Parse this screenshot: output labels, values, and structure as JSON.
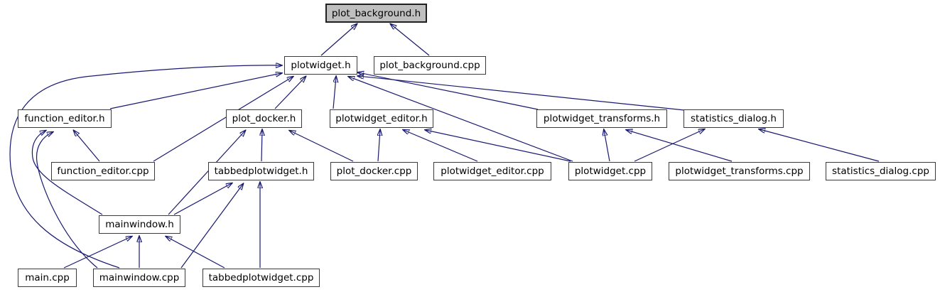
{
  "diagram": {
    "kind": "doxygen-include-dependency-graph",
    "root_file": "plot_background.h",
    "colors": {
      "edge": "#191970",
      "node_border": "#3a3a3a",
      "node_fill": "#ffffff",
      "root_fill": "#bfbfbf",
      "text": "#000000",
      "background": "#ffffff"
    },
    "nodes": [
      {
        "id": "plot_background_h",
        "label": "plot_background.h",
        "highlighted": true
      },
      {
        "id": "plotwidget_h",
        "label": "plotwidget.h",
        "highlighted": false
      },
      {
        "id": "plot_background_cpp",
        "label": "plot_background.cpp",
        "highlighted": false
      },
      {
        "id": "function_editor_h",
        "label": "function_editor.h",
        "highlighted": false
      },
      {
        "id": "plot_docker_h",
        "label": "plot_docker.h",
        "highlighted": false
      },
      {
        "id": "plotwidget_editor_h",
        "label": "plotwidget_editor.h",
        "highlighted": false
      },
      {
        "id": "plotwidget_transforms_h",
        "label": "plotwidget_transforms.h",
        "highlighted": false
      },
      {
        "id": "statistics_dialog_h",
        "label": "statistics_dialog.h",
        "highlighted": false
      },
      {
        "id": "function_editor_cpp",
        "label": "function_editor.cpp",
        "highlighted": false
      },
      {
        "id": "tabbedplotwidget_h",
        "label": "tabbedplotwidget.h",
        "highlighted": false
      },
      {
        "id": "plot_docker_cpp",
        "label": "plot_docker.cpp",
        "highlighted": false
      },
      {
        "id": "plotwidget_editor_cpp",
        "label": "plotwidget_editor.cpp",
        "highlighted": false
      },
      {
        "id": "plotwidget_cpp",
        "label": "plotwidget.cpp",
        "highlighted": false
      },
      {
        "id": "plotwidget_transforms_cpp",
        "label": "plotwidget_transforms.cpp",
        "highlighted": false
      },
      {
        "id": "statistics_dialog_cpp",
        "label": "statistics_dialog.cpp",
        "highlighted": false
      },
      {
        "id": "mainwindow_h",
        "label": "mainwindow.h",
        "highlighted": false
      },
      {
        "id": "main_cpp",
        "label": "main.cpp",
        "highlighted": false
      },
      {
        "id": "mainwindow_cpp",
        "label": "mainwindow.cpp",
        "highlighted": false
      },
      {
        "id": "tabbedplotwidget_cpp",
        "label": "tabbedplotwidget.cpp",
        "highlighted": false
      }
    ],
    "edges": [
      {
        "from": "plotwidget.h",
        "to": "plot_background.h"
      },
      {
        "from": "plot_background.cpp",
        "to": "plot_background.h"
      },
      {
        "from": "function_editor.h",
        "to": "plotwidget.h"
      },
      {
        "from": "mainwindow.cpp",
        "to": "plotwidget.h"
      },
      {
        "from": "function_editor.cpp",
        "to": "plotwidget.h"
      },
      {
        "from": "plot_docker.h",
        "to": "plotwidget.h"
      },
      {
        "from": "plotwidget_editor.h",
        "to": "plotwidget.h"
      },
      {
        "from": "plotwidget.cpp",
        "to": "plotwidget.h"
      },
      {
        "from": "plotwidget_transforms.h",
        "to": "plotwidget.h"
      },
      {
        "from": "statistics_dialog.h",
        "to": "plotwidget.h"
      },
      {
        "from": "function_editor.cpp",
        "to": "function_editor.h"
      },
      {
        "from": "mainwindow.h",
        "to": "function_editor.h"
      },
      {
        "from": "mainwindow.cpp",
        "to": "function_editor.h"
      },
      {
        "from": "tabbedplotwidget.h",
        "to": "plot_docker.h"
      },
      {
        "from": "mainwindow.h",
        "to": "plot_docker.h"
      },
      {
        "from": "plot_docker.cpp",
        "to": "plot_docker.h"
      },
      {
        "from": "plot_docker.cpp",
        "to": "plotwidget_editor.h"
      },
      {
        "from": "plotwidget_editor.cpp",
        "to": "plotwidget_editor.h"
      },
      {
        "from": "plotwidget.cpp",
        "to": "plotwidget_editor.h"
      },
      {
        "from": "plotwidget.cpp",
        "to": "plotwidget_transforms.h"
      },
      {
        "from": "plotwidget_transforms.cpp",
        "to": "plotwidget_transforms.h"
      },
      {
        "from": "plotwidget.cpp",
        "to": "statistics_dialog.h"
      },
      {
        "from": "statistics_dialog.cpp",
        "to": "statistics_dialog.h"
      },
      {
        "from": "mainwindow.h",
        "to": "tabbedplotwidget.h"
      },
      {
        "from": "mainwindow.cpp",
        "to": "tabbedplotwidget.h"
      },
      {
        "from": "tabbedplotwidget.cpp",
        "to": "tabbedplotwidget.h"
      },
      {
        "from": "main.cpp",
        "to": "mainwindow.h"
      },
      {
        "from": "mainwindow.cpp",
        "to": "mainwindow.h"
      },
      {
        "from": "tabbedplotwidget.cpp",
        "to": "mainwindow.h"
      }
    ]
  }
}
